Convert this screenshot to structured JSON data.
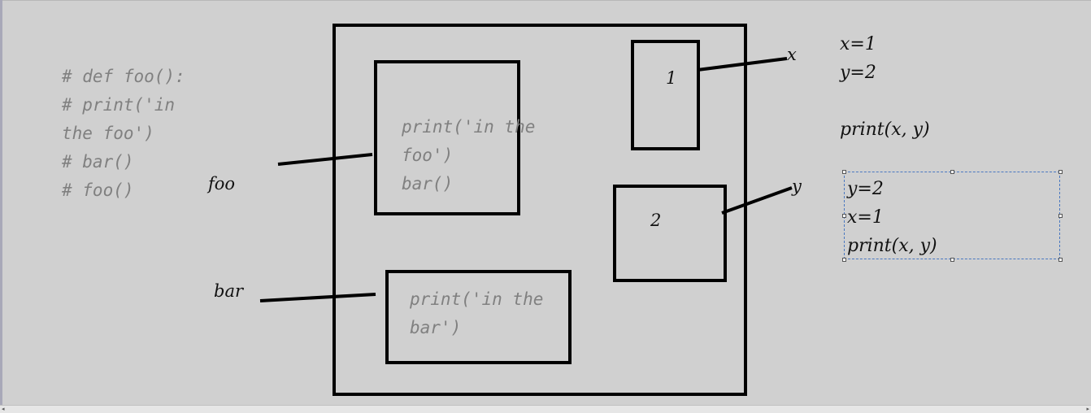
{
  "comment_code": [
    "# def foo():",
    "#     print('in",
    "the foo')",
    "#     bar()",
    "# foo()"
  ],
  "labels": {
    "foo": "foo",
    "bar": "bar",
    "x": "x",
    "y": "y"
  },
  "memory": {
    "foo_box_code": [
      "print('in the",
      "foo')",
      "bar()"
    ],
    "bar_box_code": [
      "print('in the",
      "bar')"
    ],
    "x_value": "1",
    "y_value": "2"
  },
  "notes_top": [
    "x=1",
    "y=2",
    "",
    "print(x, y)"
  ],
  "notes_selected": [
    "y=2",
    "x=1",
    "print(x, y)"
  ],
  "colors": {
    "background": "#d0d0d0",
    "code_text": "#808080",
    "selection_border": "#4a78c0"
  }
}
